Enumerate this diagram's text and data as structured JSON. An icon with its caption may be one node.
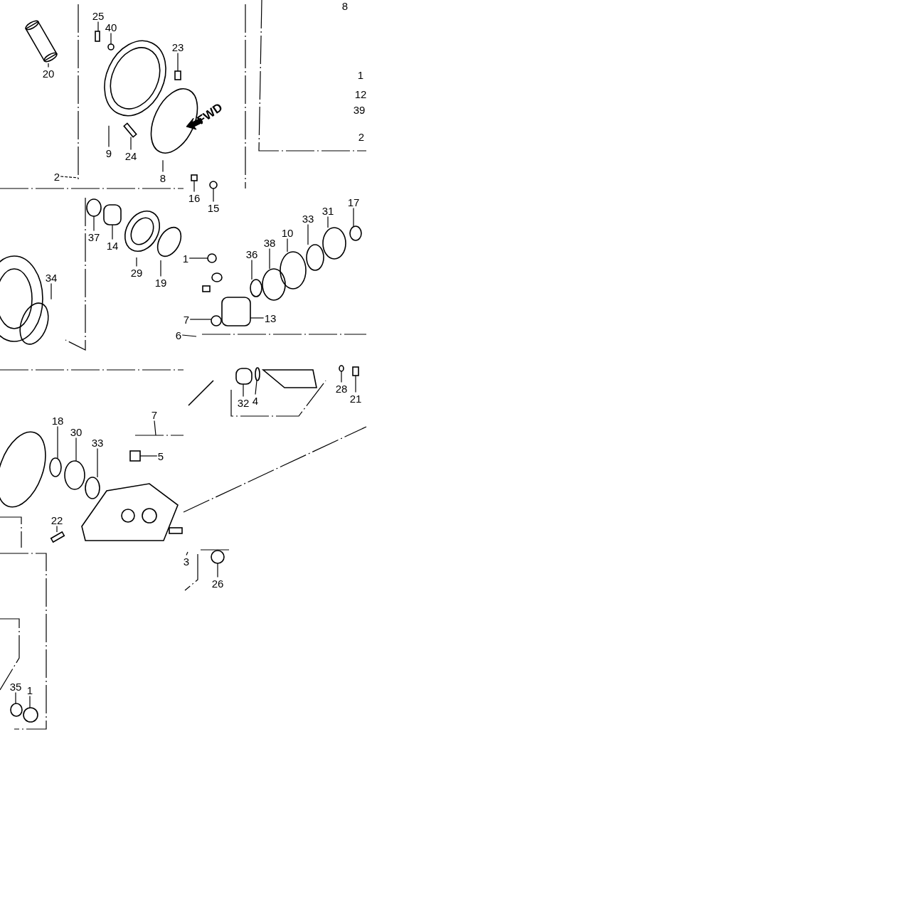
{
  "diagram": {
    "nodes": [
      {
        "text": [
          "25"
        ]
      },
      {
        "text": [
          "40"
        ]
      },
      {
        "text": [
          "23"
        ]
      },
      {
        "text": [
          "20"
        ]
      },
      {
        "text": [
          "9"
        ]
      },
      {
        "text": [
          "24"
        ]
      },
      {
        "text": [
          "8"
        ]
      },
      {
        "text": [
          "2"
        ]
      },
      {
        "text": [
          "16"
        ]
      },
      {
        "text": [
          "15"
        ]
      },
      {
        "text": [
          "37"
        ]
      },
      {
        "text": [
          "14"
        ]
      },
      {
        "text": [
          "29"
        ]
      },
      {
        "text": [
          "19"
        ]
      },
      {
        "text": [
          "34"
        ]
      },
      {
        "text": [
          "6"
        ]
      },
      {
        "text": [
          "36"
        ]
      },
      {
        "text": [
          "38"
        ]
      },
      {
        "text": [
          "10"
        ]
      },
      {
        "text": [
          "33"
        ]
      },
      {
        "text": [
          "31"
        ]
      },
      {
        "text": [
          "17"
        ]
      },
      {
        "text": [
          "1"
        ]
      },
      {
        "text": [
          "7"
        ]
      },
      {
        "text": [
          "13"
        ]
      },
      {
        "text": [
          "28"
        ]
      },
      {
        "text": [
          "21"
        ]
      },
      {
        "text": [
          "32"
        ]
      },
      {
        "text": [
          "4"
        ]
      },
      {
        "text": [
          "18"
        ]
      },
      {
        "text": [
          "30"
        ]
      },
      {
        "text": [
          "33"
        ]
      },
      {
        "text": [
          "7"
        ]
      },
      {
        "text": [
          "5"
        ]
      },
      {
        "text": [
          "22"
        ]
      },
      {
        "text": [
          "3"
        ]
      },
      {
        "text": [
          "26"
        ]
      },
      {
        "text": [
          "35"
        ]
      },
      {
        "text": [
          "1"
        ]
      },
      {
        "text": [],
        "shape": "box"
      },
      {
        "text": [],
        "shape": "circle"
      },
      {
        "text": [],
        "shape": "box"
      },
      {
        "text": [],
        "shape": "cylinder"
      },
      {
        "text": [],
        "shape": "ring"
      },
      {
        "text": [],
        "shape": "box"
      },
      {
        "text": [],
        "shape": "circle"
      },
      {
        "text": [],
        "shape": "box"
      },
      {
        "text": [],
        "shape": "circle"
      },
      {
        "text": [],
        "shape": "circle"
      },
      {
        "text": [],
        "shape": "box"
      },
      {
        "text": [],
        "shape": "ring"
      },
      {
        "text": [],
        "shape": "circle"
      },
      {
        "text": [],
        "shape": "circle"
      },
      {
        "text": [],
        "shape": "circle"
      },
      {
        "text": [],
        "shape": "circle"
      },
      {
        "text": [],
        "shape": "circle"
      },
      {
        "text": [],
        "shape": "circle"
      },
      {
        "text": [],
        "shape": "circle"
      },
      {
        "text": [],
        "shape": "circle"
      },
      {
        "text": [],
        "shape": "circle"
      },
      {
        "text": [],
        "shape": "circle"
      },
      {
        "text": [],
        "shape": "box"
      },
      {
        "text": [],
        "shape": "circle"
      },
      {
        "text": [],
        "shape": "box"
      },
      {
        "text": [],
        "shape": "box"
      },
      {
        "text": [],
        "shape": "circle"
      },
      {
        "text": [],
        "shape": "circle"
      },
      {
        "text": [],
        "shape": "circle"
      },
      {
        "text": [],
        "shape": "circle"
      },
      {
        "text": [],
        "shape": "box"
      },
      {
        "text": [],
        "shape": "box"
      },
      {
        "text": [],
        "shape": "circle"
      },
      {
        "text": [],
        "shape": "circle"
      },
      {
        "text": [],
        "shape": "circle"
      }
    ],
    "edges": [
      {
        "from": 0,
        "to": 39,
        "arrow": "none"
      },
      {
        "from": 1,
        "to": 40,
        "arrow": "none"
      },
      {
        "from": 2,
        "to": 41,
        "arrow": "none"
      },
      {
        "from": 3,
        "to": 42,
        "arrow": "none"
      },
      {
        "from": 4,
        "to": 43,
        "arrow": "none"
      },
      {
        "from": 5,
        "to": 44,
        "arrow": "none"
      },
      {
        "from": 6,
        "to": 45,
        "arrow": "none"
      },
      {
        "from": 7,
        "to": null,
        "arrow": "none",
        "style": "dashed"
      },
      {
        "from": 8,
        "to": 46,
        "arrow": "none"
      },
      {
        "from": 9,
        "to": 47,
        "arrow": "none"
      },
      {
        "from": 10,
        "to": 48,
        "arrow": "none"
      },
      {
        "from": 11,
        "to": 49,
        "arrow": "none"
      },
      {
        "from": 12,
        "to": 50,
        "arrow": "none"
      },
      {
        "from": 13,
        "to": 51,
        "arrow": "none"
      },
      {
        "from": 14,
        "to": 52,
        "arrow": "none"
      },
      {
        "from": 15,
        "to": null,
        "arrow": "none"
      },
      {
        "from": 16,
        "to": 53,
        "arrow": "none"
      },
      {
        "from": 17,
        "to": 54,
        "arrow": "none"
      },
      {
        "from": 18,
        "to": 55,
        "arrow": "none"
      },
      {
        "from": 19,
        "to": 56,
        "arrow": "none"
      },
      {
        "from": 20,
        "to": 57,
        "arrow": "none"
      },
      {
        "from": 21,
        "to": 58,
        "arrow": "none"
      },
      {
        "from": 22,
        "to": 59,
        "arrow": "none"
      },
      {
        "from": 23,
        "to": 60,
        "arrow": "none"
      },
      {
        "from": 24,
        "to": 61,
        "arrow": "none"
      },
      {
        "from": 25,
        "to": 62,
        "arrow": "none"
      },
      {
        "from": 26,
        "to": 63,
        "arrow": "none"
      },
      {
        "from": 27,
        "to": 64,
        "arrow": "none"
      },
      {
        "from": 28,
        "to": 65,
        "arrow": "none"
      },
      {
        "from": 29,
        "to": 66,
        "arrow": "none"
      },
      {
        "from": 30,
        "to": 67,
        "arrow": "none"
      },
      {
        "from": 31,
        "to": 68,
        "arrow": "none"
      },
      {
        "from": 32,
        "to": null,
        "arrow": "none"
      },
      {
        "from": 33,
        "to": 69,
        "arrow": "none"
      },
      {
        "from": 34,
        "to": 70,
        "arrow": "none"
      },
      {
        "from": 35,
        "to": null,
        "arrow": "none"
      },
      {
        "from": 36,
        "to": 71,
        "arrow": "none"
      },
      {
        "from": 37,
        "to": 72,
        "arrow": "none"
      },
      {
        "from": 38,
        "to": 73,
        "arrow": "none"
      }
    ],
    "labels": [
      "8",
      "1",
      "12",
      "39",
      "2",
      "FWD"
    ]
  }
}
